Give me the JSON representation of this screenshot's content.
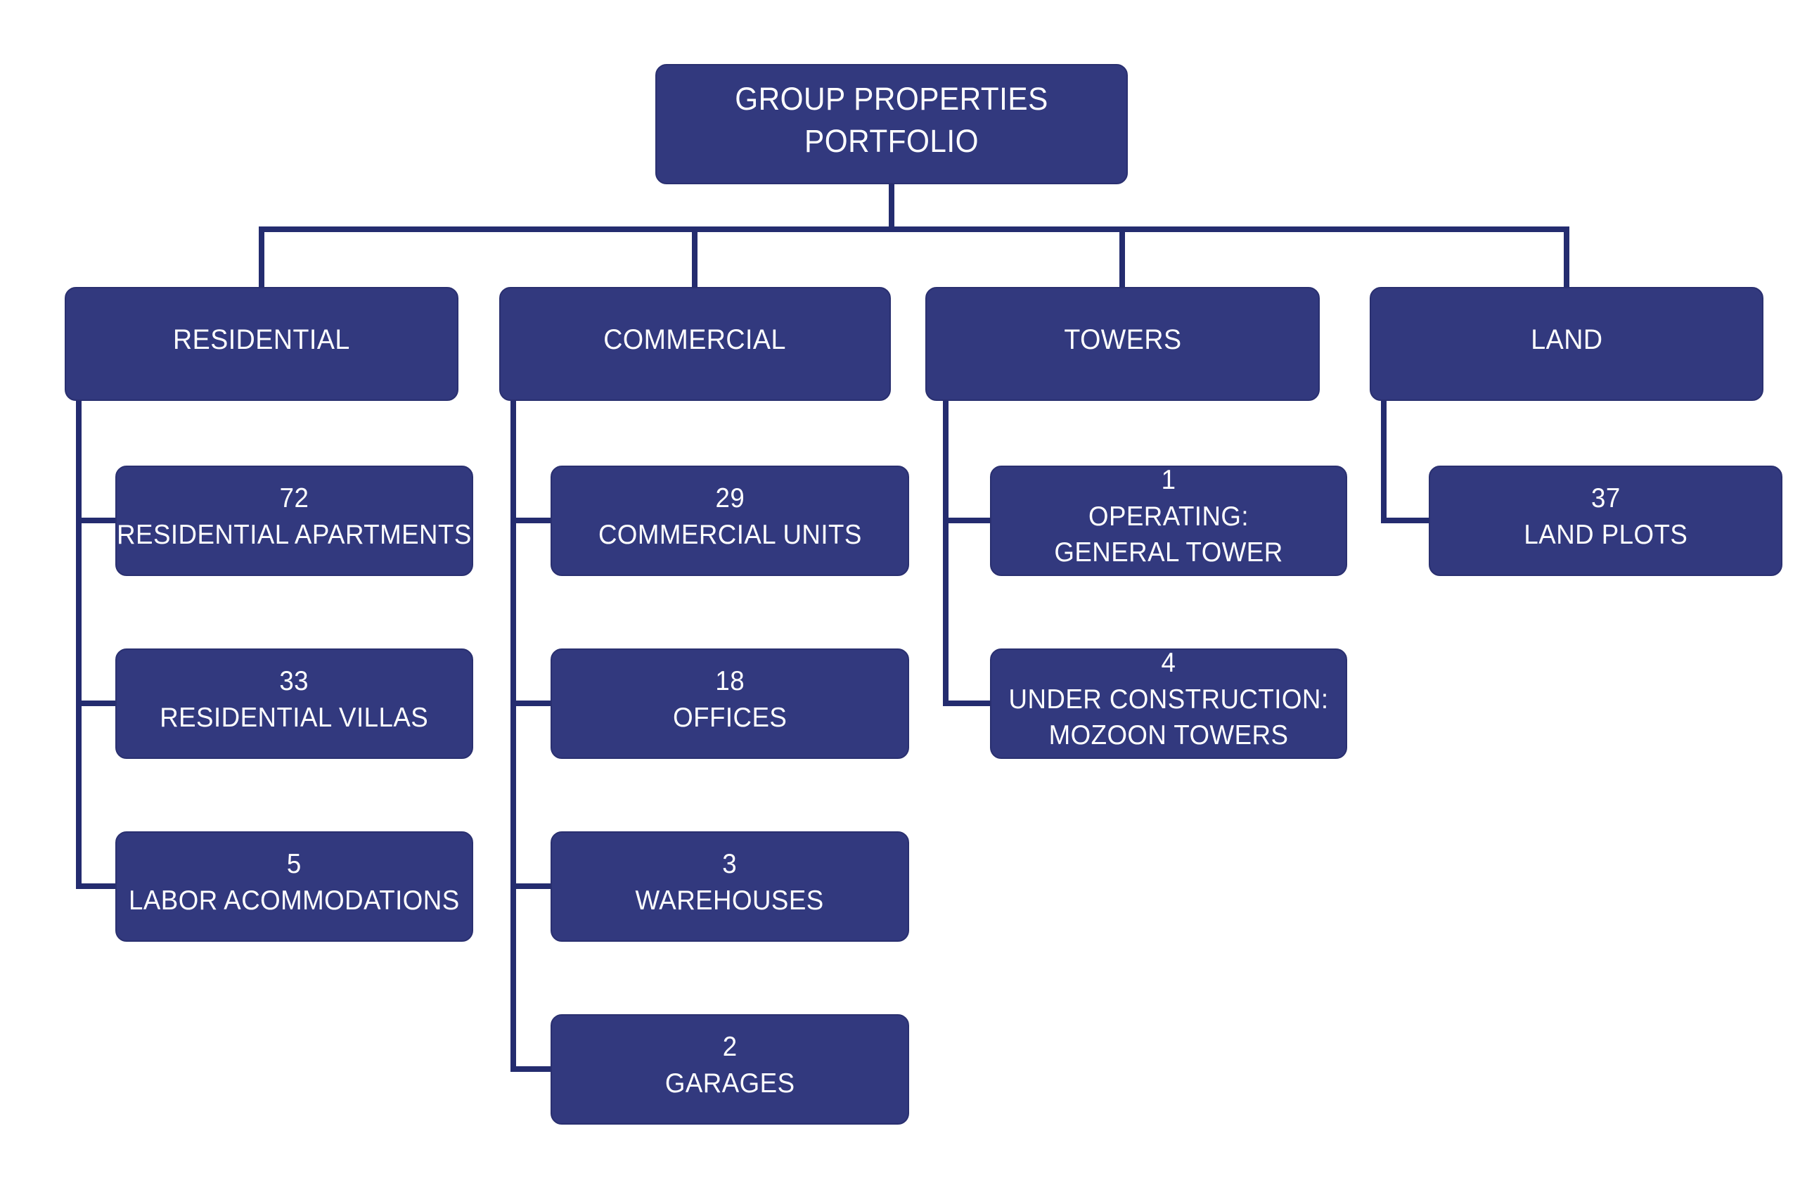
{
  "colors": {
    "box_fill": "#32397E",
    "box_border": "#2A3070",
    "connector_line": "#242C6F",
    "text": "#FFFFFF",
    "background": "#FFFFFF"
  },
  "root": {
    "label": "GROUP PROPERTIES PORTFOLIO"
  },
  "branches": [
    {
      "label": "RESIDENTIAL",
      "children": [
        {
          "count": "72",
          "line1": "RESIDENTIAL APARTMENTS"
        },
        {
          "count": "33",
          "line1": "RESIDENTIAL VILLAS"
        },
        {
          "count": "5",
          "line1": "LABOR ACOMMODATIONS"
        }
      ]
    },
    {
      "label": "COMMERCIAL",
      "children": [
        {
          "count": "29",
          "line1": "COMMERCIAL UNITS"
        },
        {
          "count": "18",
          "line1": "OFFICES"
        },
        {
          "count": "3",
          "line1": "WAREHOUSES"
        },
        {
          "count": "2",
          "line1": "GARAGES"
        }
      ]
    },
    {
      "label": "TOWERS",
      "children": [
        {
          "count": "1",
          "line1": "OPERATING:",
          "line2": "GENERAL TOWER"
        },
        {
          "count": "4",
          "line1": "UNDER CONSTRUCTION:",
          "line2": "MOZOON TOWERS"
        }
      ]
    },
    {
      "label": "LAND",
      "children": [
        {
          "count": "37",
          "line1": "LAND PLOTS"
        }
      ]
    }
  ]
}
